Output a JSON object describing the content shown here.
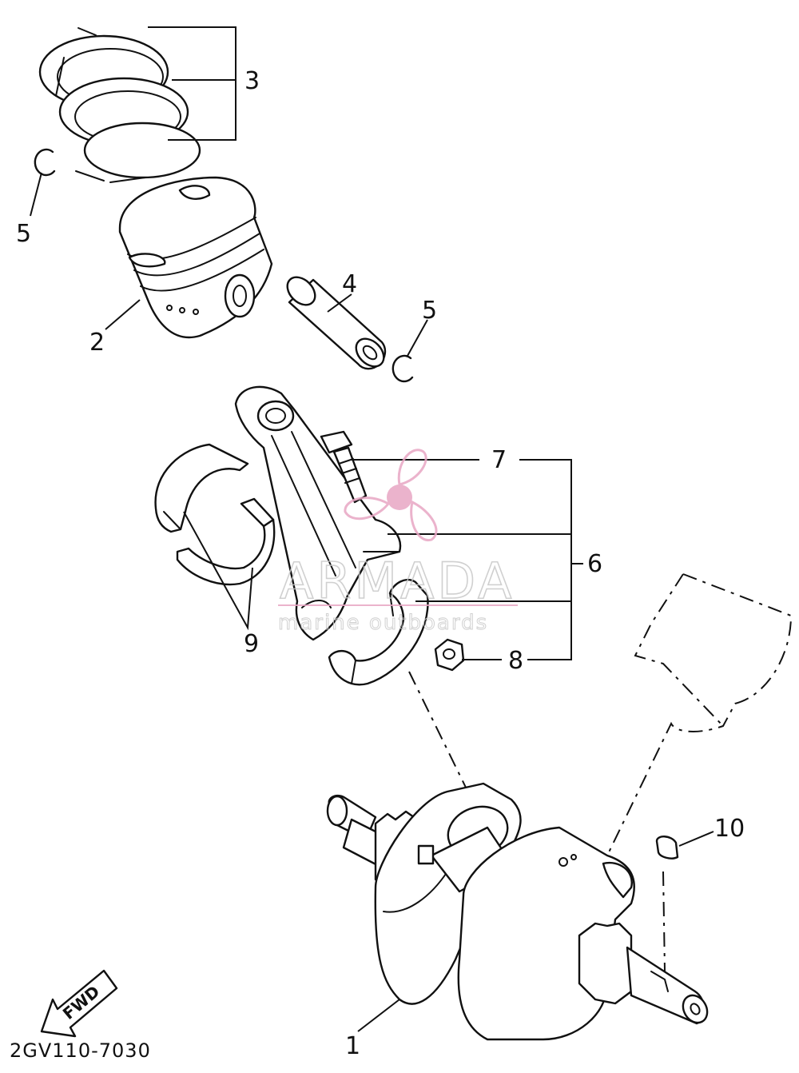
{
  "diagram_code": "2GV110-7030",
  "callouts": {
    "c1": "1",
    "c2": "2",
    "c3": "3",
    "c4": "4",
    "c5a": "5",
    "c5b": "5",
    "c6": "6",
    "c7": "7",
    "c8": "8",
    "c9": "9",
    "c10": "10"
  },
  "fwd_arrow": {
    "label": "FWD",
    "icon": "fwd-arrow-icon"
  },
  "watermark": {
    "brand": "ARMADA",
    "tagline": "marine outboards",
    "logo_icon": "propeller-icon",
    "logo_color": "#e8a6c4"
  }
}
